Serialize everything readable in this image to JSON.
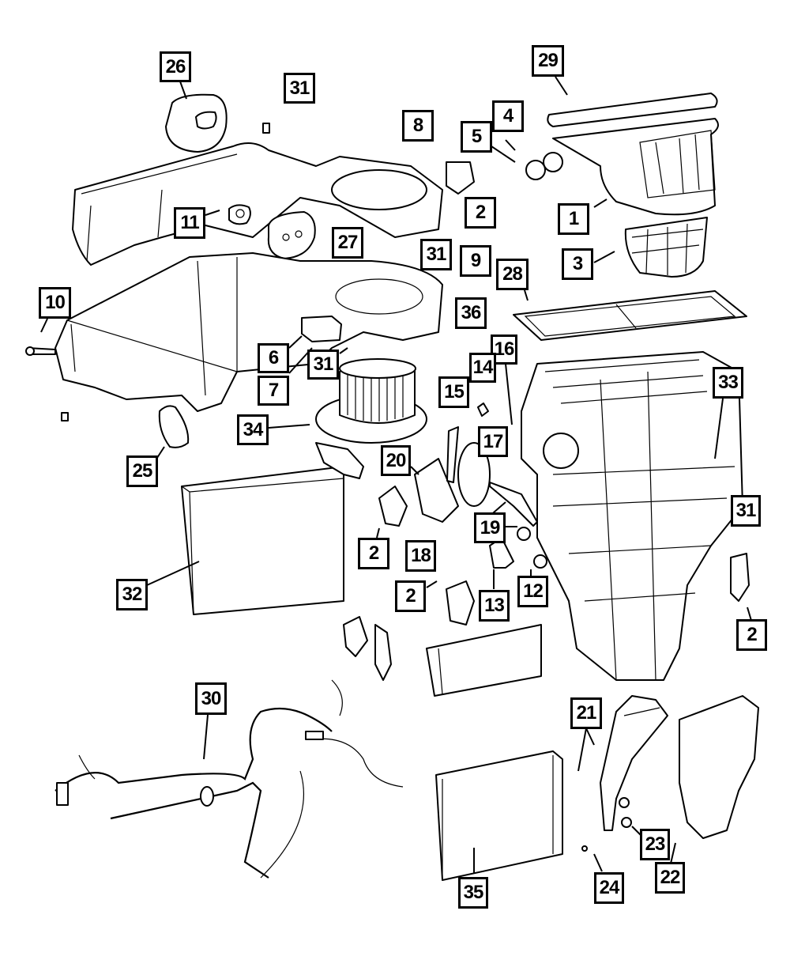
{
  "diagram": {
    "title": "HVAC Unit Assembly — Exploded Parts View",
    "callouts": [
      {
        "id": "c26",
        "label": "26"
      },
      {
        "id": "c31a",
        "label": "31"
      },
      {
        "id": "c29",
        "label": "29"
      },
      {
        "id": "c8",
        "label": "8"
      },
      {
        "id": "c4",
        "label": "4"
      },
      {
        "id": "c5",
        "label": "5"
      },
      {
        "id": "c2a",
        "label": "2"
      },
      {
        "id": "c1",
        "label": "1"
      },
      {
        "id": "c11",
        "label": "11"
      },
      {
        "id": "c27",
        "label": "27"
      },
      {
        "id": "c31b",
        "label": "31"
      },
      {
        "id": "c9",
        "label": "9"
      },
      {
        "id": "c3",
        "label": "3"
      },
      {
        "id": "c28",
        "label": "28"
      },
      {
        "id": "c10",
        "label": "10"
      },
      {
        "id": "c36",
        "label": "36"
      },
      {
        "id": "c16",
        "label": "16"
      },
      {
        "id": "c14",
        "label": "14"
      },
      {
        "id": "c6",
        "label": "6"
      },
      {
        "id": "c31c",
        "label": "31"
      },
      {
        "id": "c15",
        "label": "15"
      },
      {
        "id": "c7",
        "label": "7"
      },
      {
        "id": "c33",
        "label": "33"
      },
      {
        "id": "c34",
        "label": "34"
      },
      {
        "id": "c17",
        "label": "17"
      },
      {
        "id": "c20",
        "label": "20"
      },
      {
        "id": "c25",
        "label": "25"
      },
      {
        "id": "c31d",
        "label": "31"
      },
      {
        "id": "c19",
        "label": "19"
      },
      {
        "id": "c2b",
        "label": "2"
      },
      {
        "id": "c18",
        "label": "18"
      },
      {
        "id": "c32",
        "label": "32"
      },
      {
        "id": "c2c",
        "label": "2"
      },
      {
        "id": "c13",
        "label": "13"
      },
      {
        "id": "c12",
        "label": "12"
      },
      {
        "id": "c2d",
        "label": "2"
      },
      {
        "id": "c30",
        "label": "30"
      },
      {
        "id": "c21",
        "label": "21"
      },
      {
        "id": "c23",
        "label": "23"
      },
      {
        "id": "c22",
        "label": "22"
      },
      {
        "id": "c24",
        "label": "24"
      },
      {
        "id": "c35",
        "label": "35"
      }
    ]
  }
}
